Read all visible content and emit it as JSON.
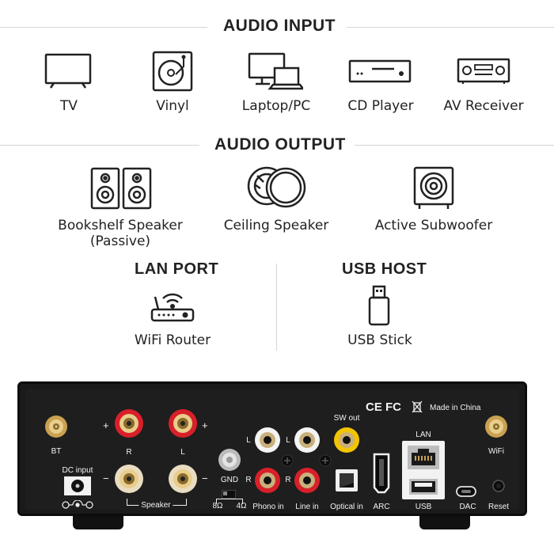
{
  "audio_input": {
    "title": "AUDIO INPUT",
    "items": [
      {
        "label": "TV",
        "icon": "tv-icon"
      },
      {
        "label": "Vinyl",
        "icon": "turntable-icon"
      },
      {
        "label": "Laptop/PC",
        "icon": "laptop-pc-icon"
      },
      {
        "label": "CD Player",
        "icon": "cd-player-icon"
      },
      {
        "label": "AV Receiver",
        "icon": "av-receiver-icon"
      }
    ]
  },
  "audio_output": {
    "title": "AUDIO OUTPUT",
    "items": [
      {
        "label": "Bookshelf Speaker",
        "sublabel": "(Passive)",
        "icon": "bookshelf-speaker-icon"
      },
      {
        "label": "Ceiling Speaker",
        "icon": "ceiling-speaker-icon"
      },
      {
        "label": "Active Subwoofer",
        "icon": "subwoofer-icon"
      }
    ]
  },
  "lan_port": {
    "title": "LAN PORT",
    "item": {
      "label": "WiFi Router",
      "icon": "wifi-router-icon"
    }
  },
  "usb_host": {
    "title": "USB HOST",
    "item": {
      "label": "USB Stick",
      "icon": "usb-stick-icon"
    }
  },
  "device_panel": {
    "cert_marks": "CE FC",
    "made_in": "Made in China",
    "bt": "BT",
    "wifi": "WiFi",
    "dc_input": "DC input",
    "plus": "+",
    "minus": "−",
    "r": "R",
    "l": "L",
    "speaker": "Speaker",
    "gnd": "GND",
    "ohm8": "8Ω",
    "ohm4": "4Ω",
    "sw_out": "SW out",
    "phono_in": "Phono in",
    "line_in": "Line in",
    "optical_in": "Optical in",
    "arc": "ARC",
    "lan": "LAN",
    "usb": "USB",
    "dac": "DAC",
    "reset": "Reset"
  },
  "colors": {
    "panel": "#1a1a1a",
    "rca_red": "#d8202a",
    "rca_white": "#f4f4f4",
    "rca_yellow": "#f2c500",
    "gold": "#caa152"
  }
}
